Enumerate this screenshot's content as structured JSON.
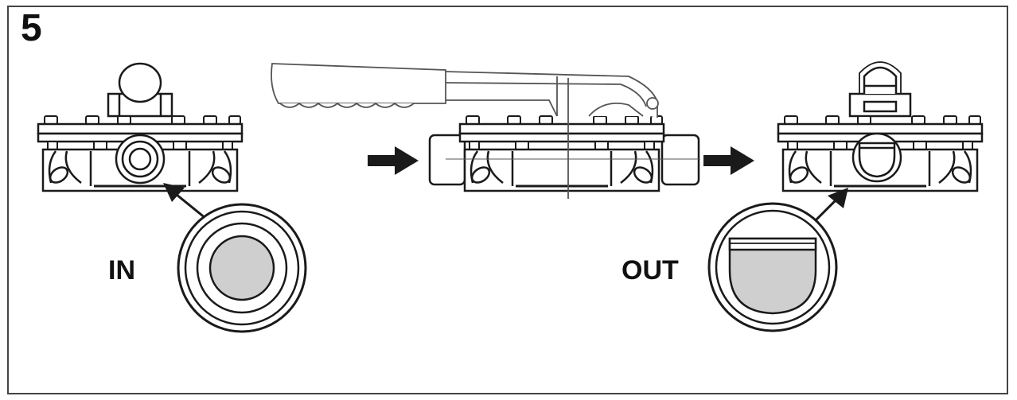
{
  "step_number": "5",
  "labels": {
    "in": "IN",
    "out": "OUT"
  },
  "colors": {
    "line": "#1a1a1a",
    "fill_grey": "#cfcfcf",
    "frame": "#444444"
  }
}
